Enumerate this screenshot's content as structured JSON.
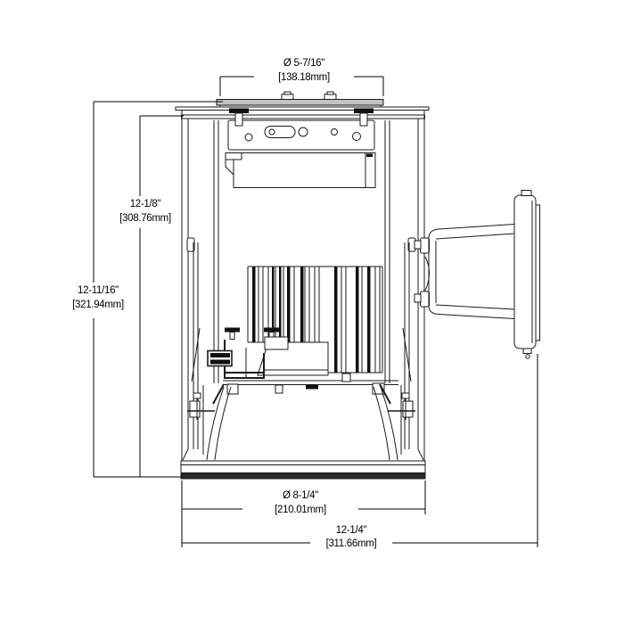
{
  "drawing": {
    "background": "#ffffff",
    "line_color": "#1a1a1a",
    "trim_band_color": "#2a2a2a",
    "dimensions": {
      "top_diameter": {
        "inches": "Ø 5-7/16\"",
        "mm": "[138.18mm]"
      },
      "left_overall_height": {
        "inches": "12-11/16\"",
        "mm": "[321.94mm]"
      },
      "left_housing_height": {
        "inches": "12-1/8\"",
        "mm": "[308.76mm]"
      },
      "bottom_aperture_diameter": {
        "inches": "Ø 8-1/4\"",
        "mm": "[210.01mm]"
      },
      "bottom_overall_width": {
        "inches": "12-1/4\"",
        "mm": "[311.66mm]"
      }
    }
  }
}
